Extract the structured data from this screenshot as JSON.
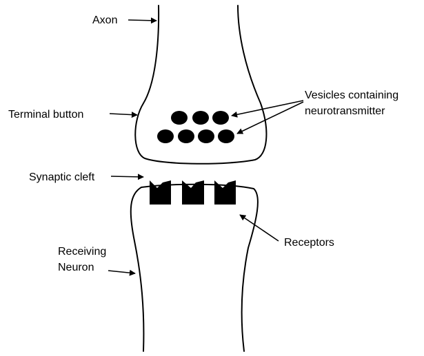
{
  "diagram": {
    "labels": {
      "axon": "Axon",
      "terminal_button": "Terminal button",
      "vesicles_line1": "Vesicles containing",
      "vesicles_line2": "neurotransmitter",
      "synaptic_cleft": "Synaptic cleft",
      "receptors": "Receptors",
      "receiving_line1": "Receiving",
      "receiving_line2": "Neuron"
    },
    "vesicle_count": 7,
    "receptor_count": 3
  }
}
